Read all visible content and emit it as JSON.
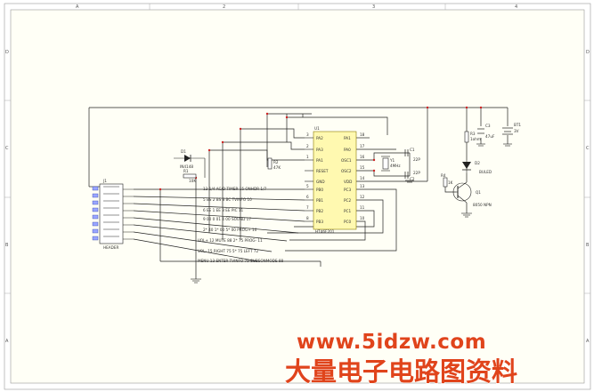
{
  "frame": {
    "col_labels": [
      "A",
      "2",
      "3",
      "4"
    ],
    "row_labels": [
      "D",
      "C",
      "B",
      "A"
    ]
  },
  "components": {
    "mcu_ref": "U1",
    "mcu_part": "HT46F201",
    "mcu_left_pins": [
      "PA2",
      "PA3",
      "PA1",
      "RESET",
      "GND",
      "PB0",
      "PB1",
      "PB2",
      "PB3"
    ],
    "mcu_right_pins": [
      "PA1",
      "PA0",
      "OSC1",
      "OSC2",
      "VDD",
      "PC3",
      "PC2",
      "PC1",
      "PC0"
    ],
    "mcu_left_nums": [
      "3",
      "2",
      "1",
      "",
      "",
      "5",
      "6",
      "7",
      "8"
    ],
    "mcu_right_nums": [
      "18",
      "17",
      "16",
      "15",
      "14",
      "13",
      "12",
      "11",
      "10"
    ],
    "diode_ref": "D1",
    "diode_part": "IN4148",
    "connector_ref": "J1",
    "connector_part": "HEADER",
    "resistor_r1": "R1",
    "resistor_r1_val": "10K",
    "resistor_r2": "R2",
    "resistor_r2_val": "47K",
    "resistor_r3": "R3",
    "resistor_r3_val": "1ohm",
    "resistor_r4": "R4",
    "resistor_r4_val": "1K",
    "crystal": "Y1",
    "crystal_val": "4MHz",
    "cap_c1": "C1",
    "cap_c1_val": "22P",
    "cap_c2": "C2",
    "cap_c2_val": "22P",
    "cap_c3": "C3",
    "cap_c3_val": "47uF",
    "battery": "BT1",
    "battery_val": "3V",
    "led": "D2",
    "led_part": "BULED",
    "transistor": "Q1",
    "transistor_part": "8050 NPN"
  },
  "key_labels": [
    "13 1/4  AC/D  TIMER 15  ONHDR 1/7",
    "5 BS  2 BS  8 BC  TVINFO 10",
    "6 EE  1 EE  3 EE  PIC 11",
    "9 00  0 01  4 00  SOUND 17",
    "2* 40  1* 00  5* 00  PROG+ 10",
    "VOL+ 12  MUTE 88  2* 75  PROG- 11",
    "VOL- 15  RIGHT 75  5* 75  LEFT 72",
    "MENU 13  ENTER  TVINFO 75  SUBSONMODE 88"
  ],
  "watermark": {
    "url": "www.5idzw.com",
    "cn": "大量电子电路图资料"
  }
}
